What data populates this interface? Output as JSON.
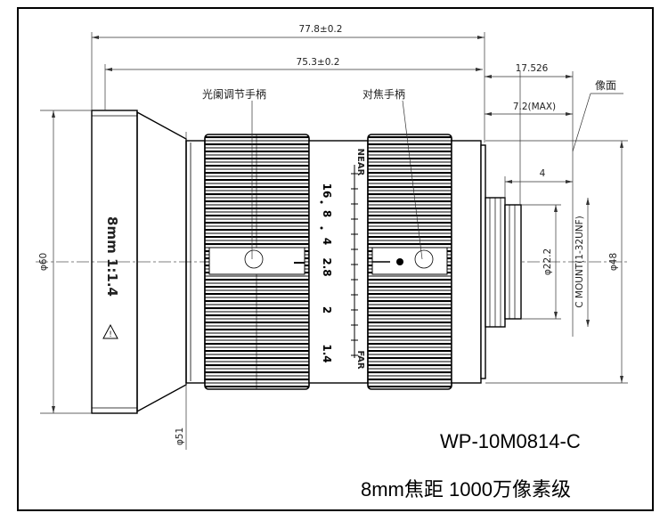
{
  "dimensions": {
    "overall_length": "77.8±0.2",
    "body_length": "75.3±0.2",
    "flange_back": "17.526",
    "max_protrusion": "7.2(MAX)",
    "mount_step": "4",
    "front_diameter": "φ60",
    "rear_diameter": "φ51",
    "outer_diameter": "φ48",
    "mount_diameter": "φ22.2",
    "mount_thread": "C MOUNT(1-32UNF)"
  },
  "labels": {
    "iris_handle": "光阑调节手柄",
    "focus_handle": "对焦手柄",
    "image_plane": "像面",
    "lens_marking": "8mm 1:1.4",
    "warning_symbol": "!"
  },
  "aperture_scale": {
    "near_label": "NEAR",
    "far_label": "FAR",
    "values": [
      "16",
      "8",
      "4",
      "2.8",
      "2",
      "1.4"
    ]
  },
  "footer": {
    "model": "WP-10M0814-C",
    "description": "8mm焦距 1000万像素级"
  }
}
